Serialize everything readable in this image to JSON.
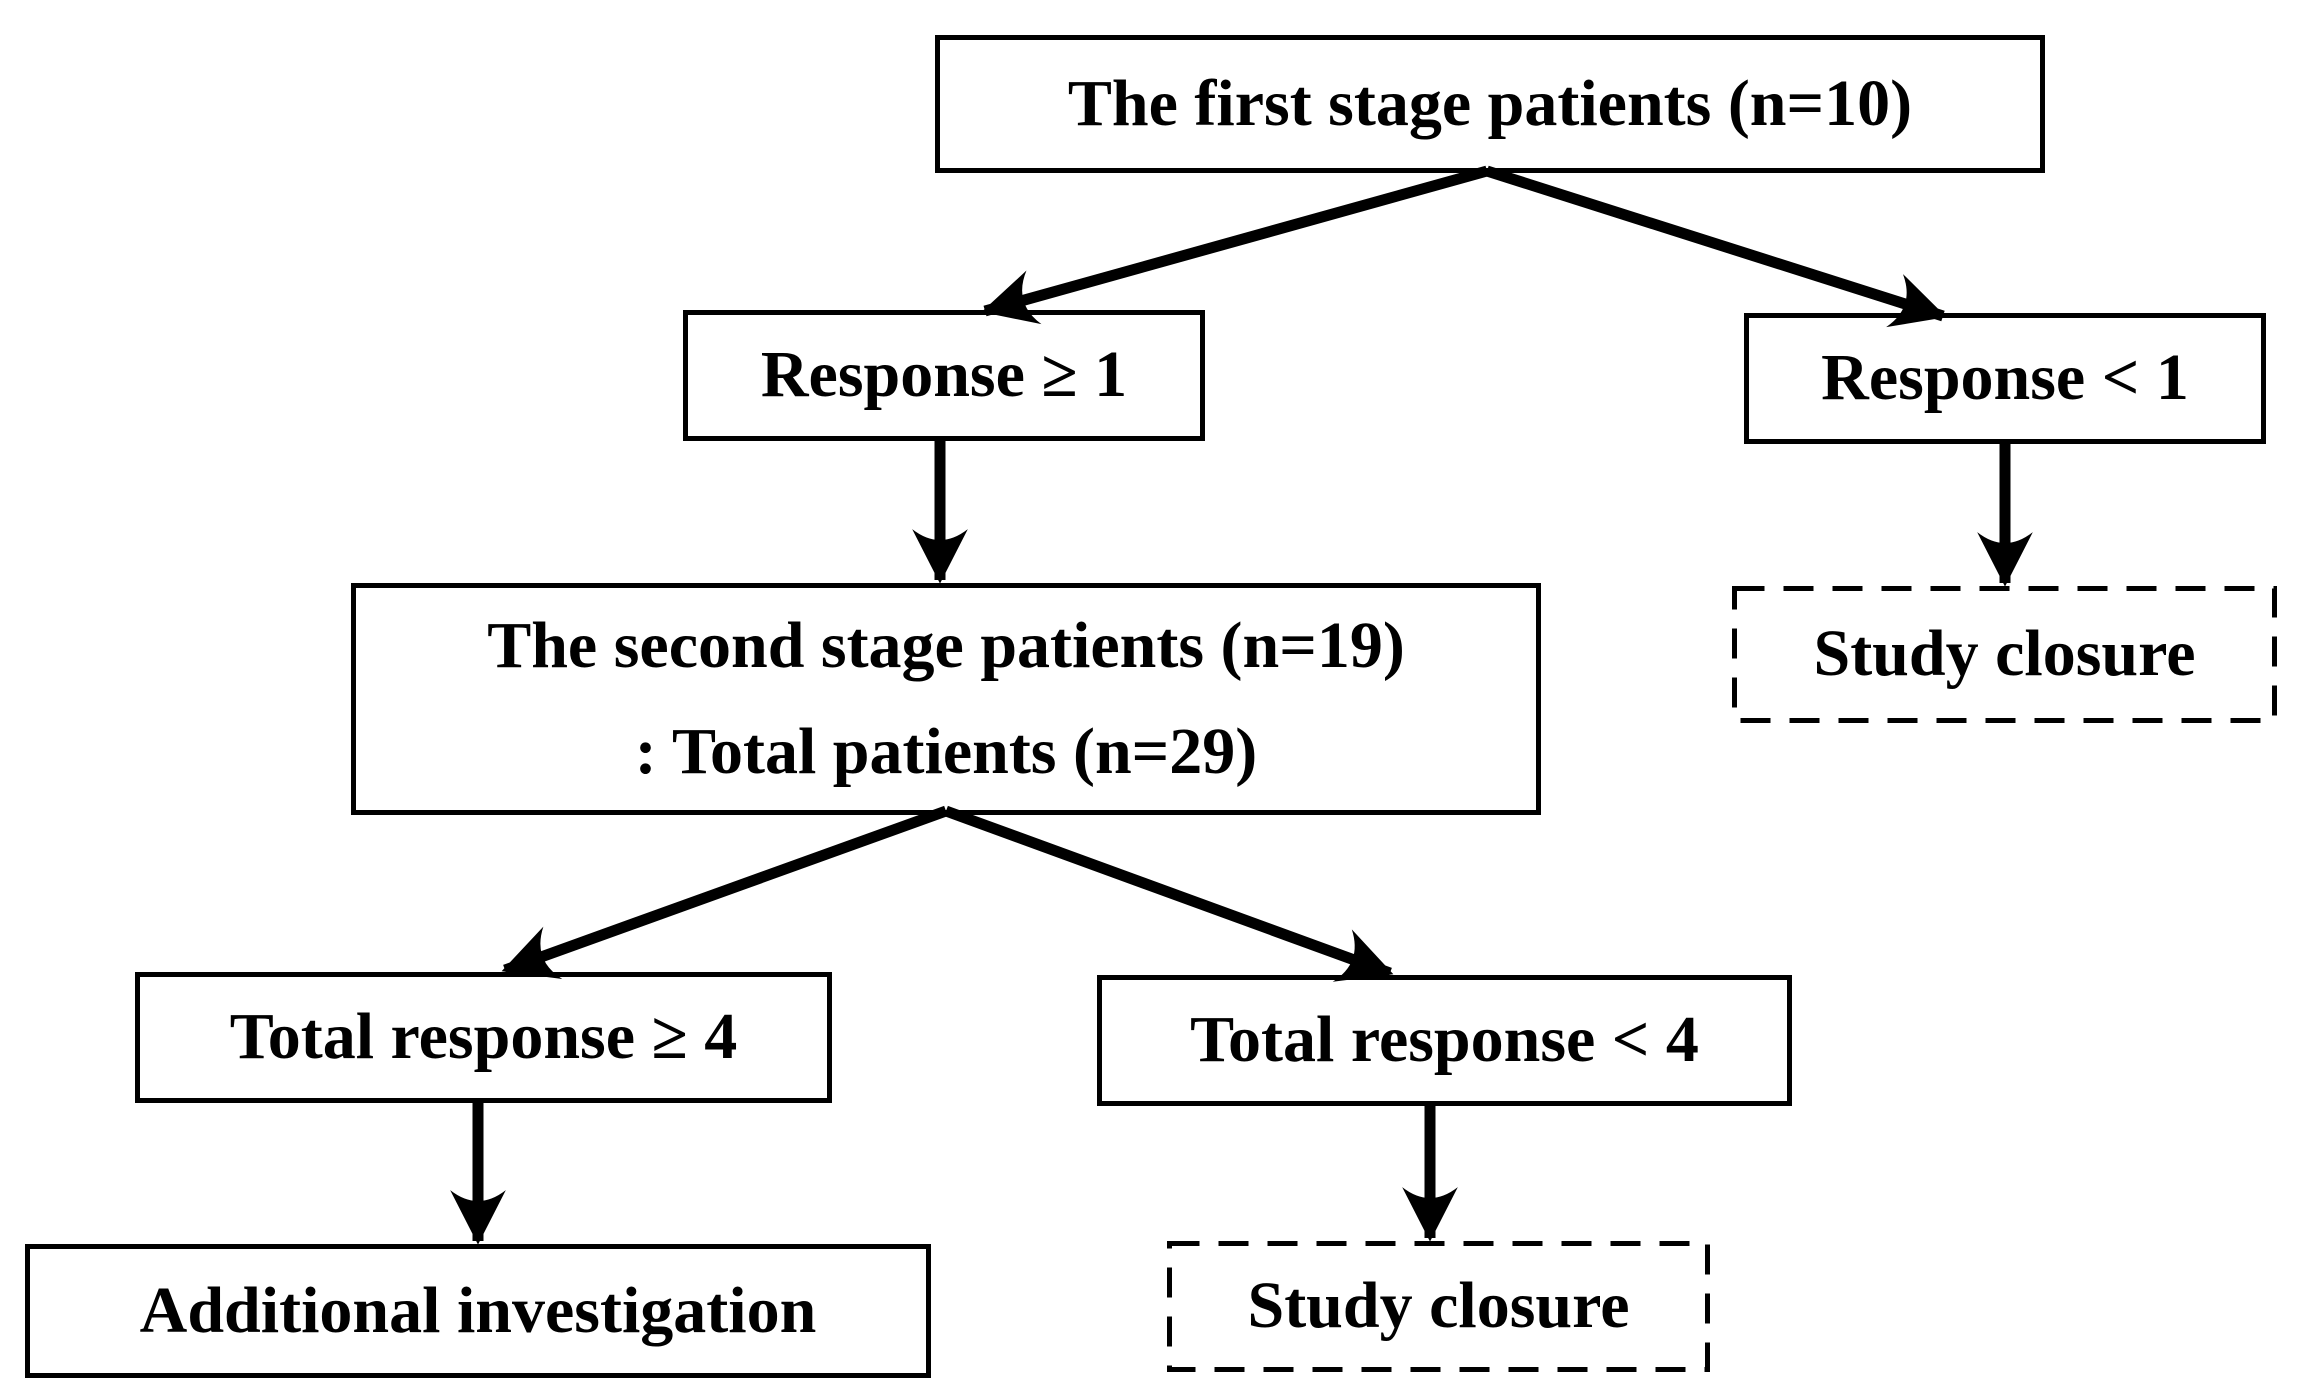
{
  "diagram": {
    "type": "flowchart",
    "colors": {
      "background": "#ffffff",
      "box_border": "#000000",
      "text": "#000000",
      "arrow": "#000000"
    },
    "nodes": {
      "first_stage": {
        "label": "The first stage patients (n=10)",
        "style": "solid"
      },
      "response_ge1": {
        "label": "Response ≥ 1",
        "style": "solid"
      },
      "response_lt1": {
        "label": "Response < 1",
        "style": "solid"
      },
      "second_stage": {
        "line1": "The second stage patients (n=19)",
        "line2": ": Total patients (n=29)",
        "style": "solid"
      },
      "study_closure_right": {
        "label": "Study closure",
        "style": "dashed"
      },
      "total_ge4": {
        "label": "Total response ≥ 4",
        "style": "solid"
      },
      "total_lt4": {
        "label": "Total response < 4",
        "style": "solid"
      },
      "additional_investigation": {
        "label": "Additional investigation",
        "style": "solid"
      },
      "study_closure_bottom": {
        "label": "Study closure",
        "style": "dashed"
      }
    },
    "edges": [
      {
        "from": "first_stage",
        "to": "response_ge1"
      },
      {
        "from": "first_stage",
        "to": "response_lt1"
      },
      {
        "from": "response_ge1",
        "to": "second_stage"
      },
      {
        "from": "response_lt1",
        "to": "study_closure_right"
      },
      {
        "from": "second_stage",
        "to": "total_ge4"
      },
      {
        "from": "second_stage",
        "to": "total_lt4"
      },
      {
        "from": "total_ge4",
        "to": "additional_investigation"
      },
      {
        "from": "total_lt4",
        "to": "study_closure_bottom"
      }
    ]
  }
}
